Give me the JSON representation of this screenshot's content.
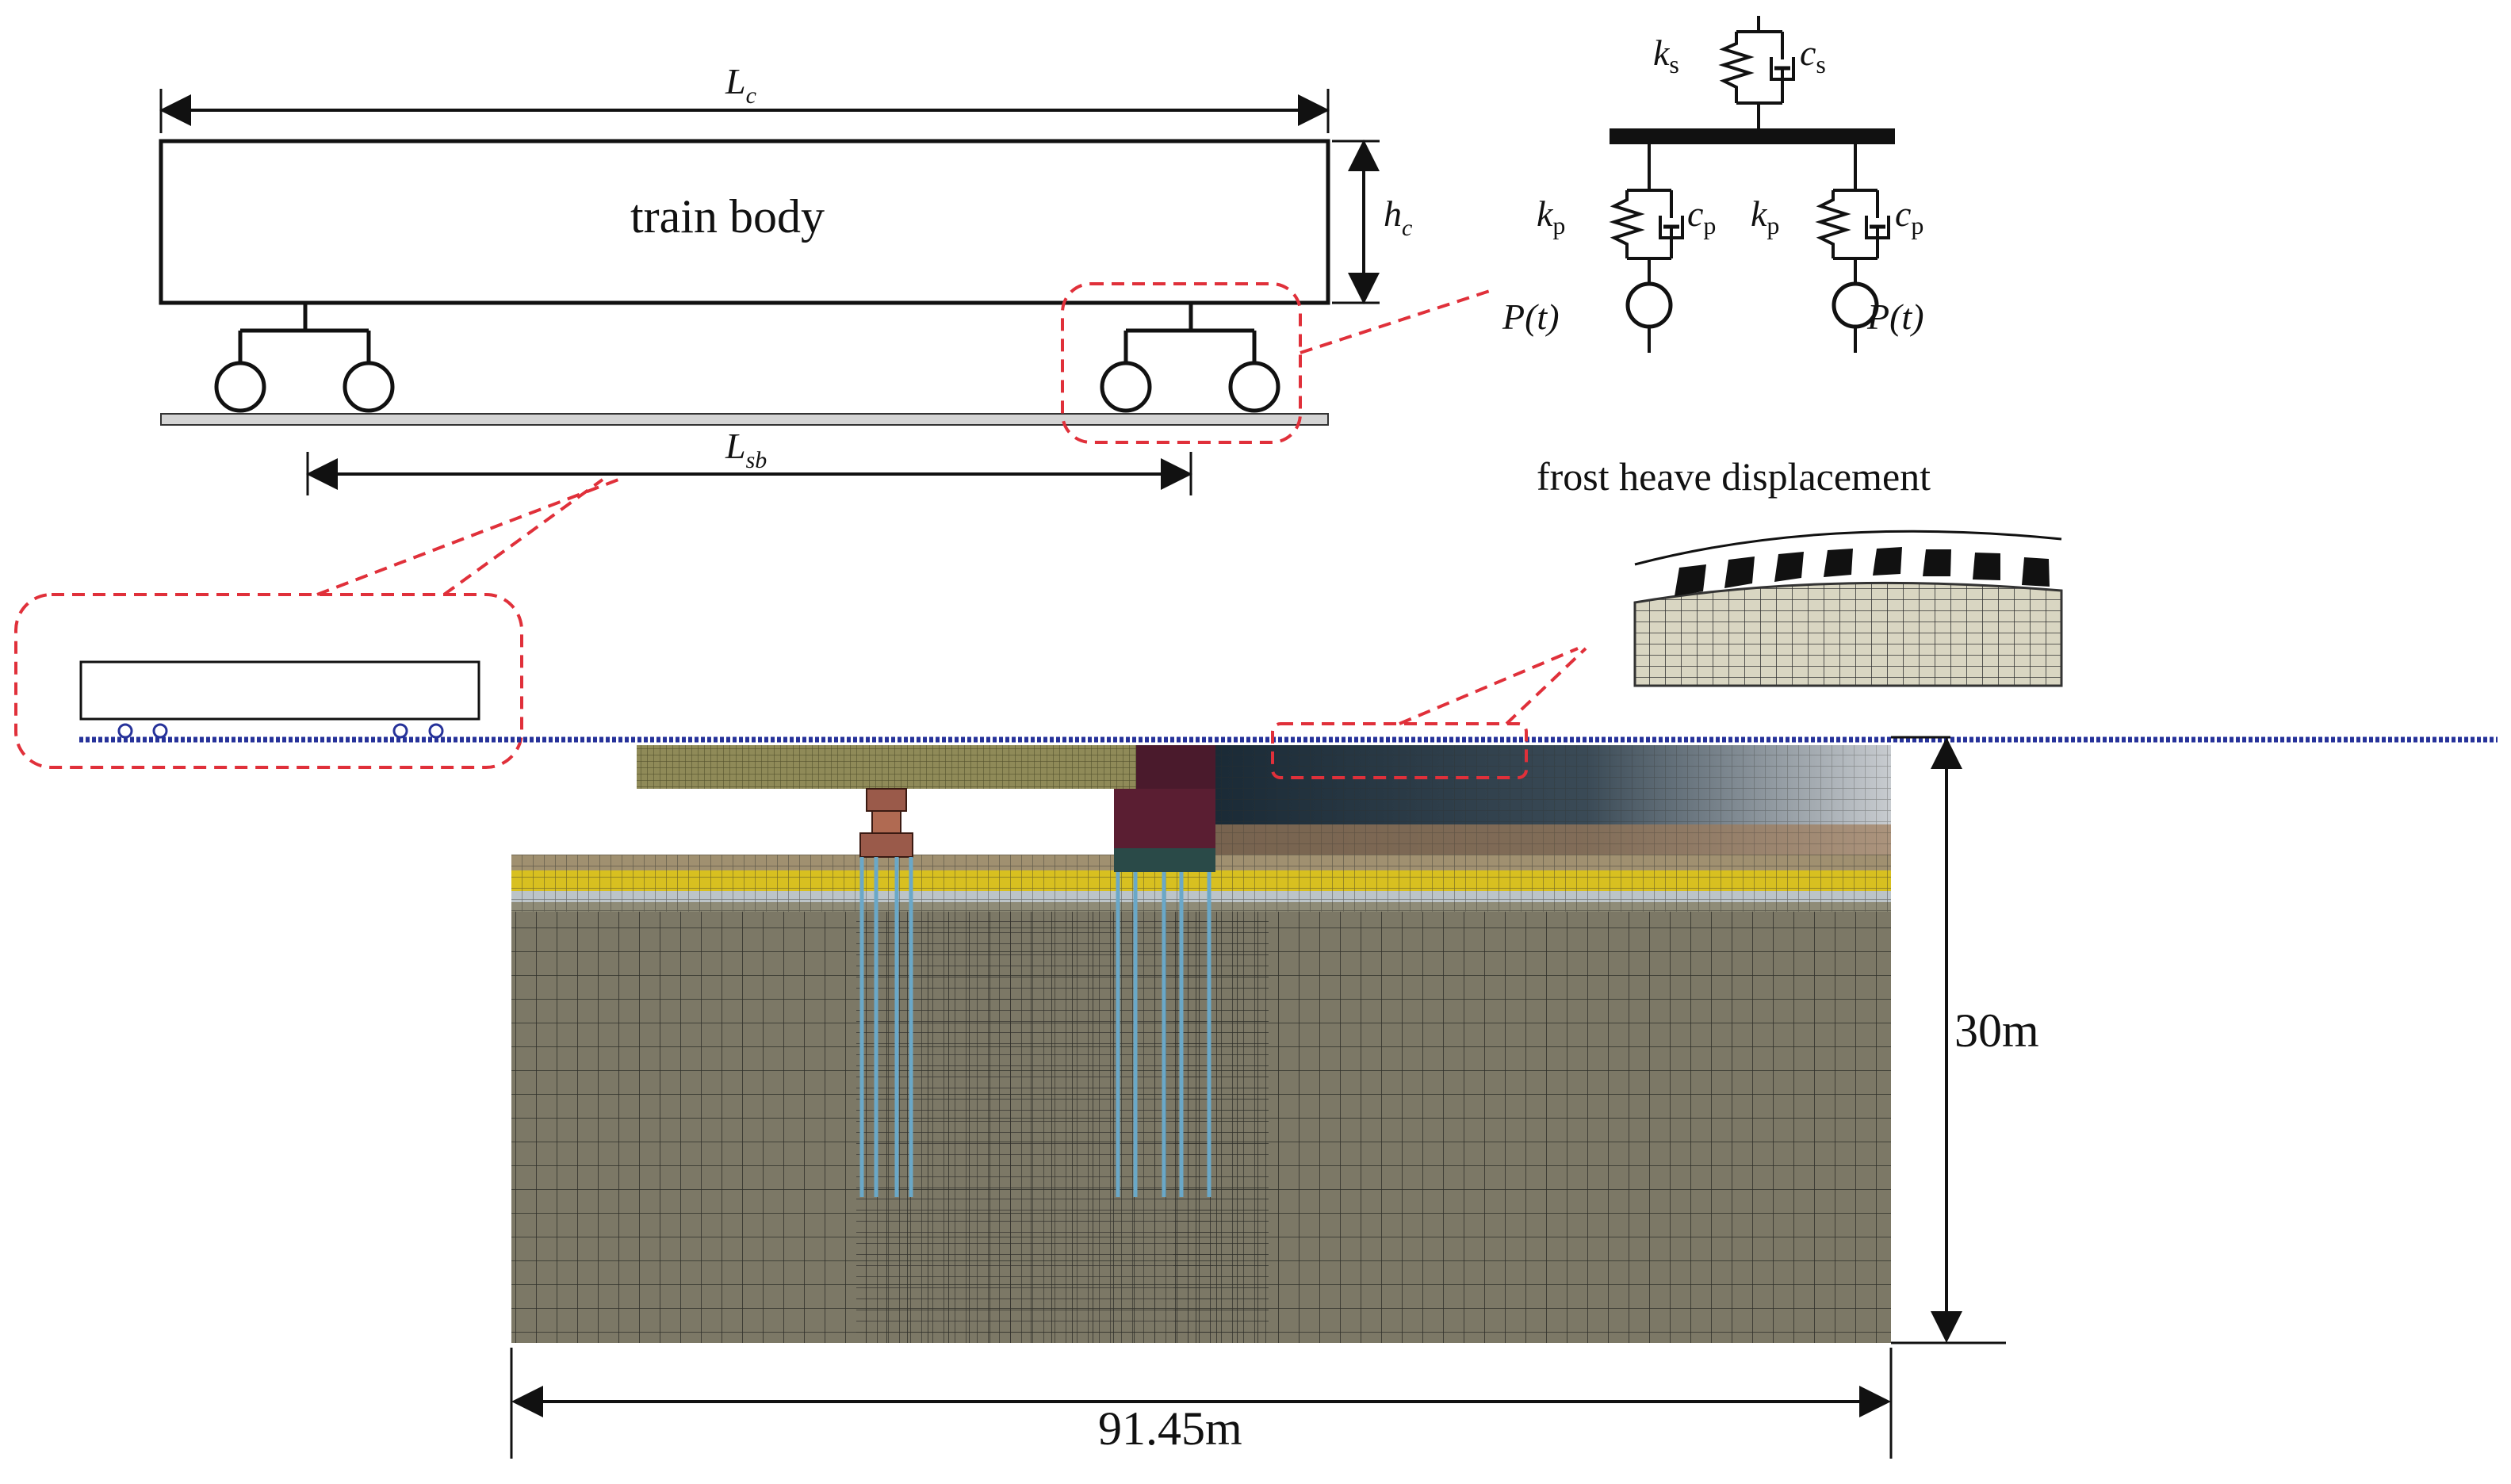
{
  "labels": {
    "train_body": "train body",
    "length_car": "L",
    "length_car_sub": "c",
    "height_car": "h",
    "height_car_sub": "c",
    "bogie_spacing": "L",
    "bogie_spacing_sub": "sb",
    "secondary_stiffness": "k",
    "secondary_stiffness_sub": "s",
    "secondary_damping": "c",
    "secondary_damping_sub": "s",
    "primary_stiffness": "k",
    "primary_stiffness_sub": "p",
    "primary_damping": "c",
    "primary_damping_sub": "p",
    "wheel_force_left": "P(t)",
    "wheel_force_right": "P(t)",
    "frost_heave": "frost heave displacement",
    "model_depth": "30m",
    "model_width": "91.45m"
  },
  "colors": {
    "line": "#111111",
    "highlight": "#e0303a",
    "rail": "#26329a",
    "soil": "#7c7866",
    "soil_light": "#8f8c78",
    "yellow_layer": "#d8c020",
    "light_layer": "#bcc4c8",
    "beige_layer": "#a09070",
    "deck": "#8f8a58",
    "abutment": "#5a1e32",
    "pier": "#9a5a4a",
    "pile": "#6aa8c8",
    "embankment_dark": "#1e2e3a"
  }
}
